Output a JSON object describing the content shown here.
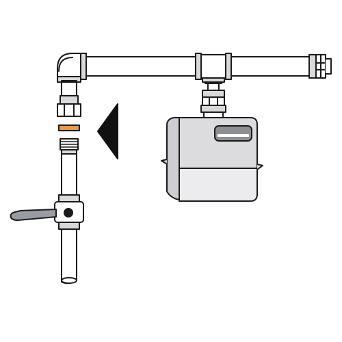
{
  "diagram": {
    "kind": "gas-meter-installation",
    "colors": {
      "background": "#ffffff",
      "outline": "#1a1a1a",
      "pipe_fill": "#ffffff",
      "fitting_shade": "#d9d9dc",
      "meter_top": "#dcdcdf",
      "meter_bottom": "#ececee",
      "meter_side": "#cfcfd3",
      "window": "#8e8f95",
      "valve_handle": "#9a9ca3",
      "gasket": "#e39a4f",
      "arrow": "#111111"
    },
    "parts": [
      {
        "id": "vertical-supply-pipe",
        "icon": "pipe"
      },
      {
        "id": "elbow-fitting",
        "icon": "elbow"
      },
      {
        "id": "horizontal-pipe",
        "icon": "pipe"
      },
      {
        "id": "tee-fitting",
        "icon": "tee"
      },
      {
        "id": "end-union-fitting",
        "icon": "union"
      },
      {
        "id": "meter-connector",
        "icon": "union-nut"
      },
      {
        "id": "union-nut",
        "icon": "union-nut"
      },
      {
        "id": "sealing-gasket",
        "icon": "gasket"
      },
      {
        "id": "threaded-stub",
        "icon": "thread"
      },
      {
        "id": "ball-valve",
        "icon": "valve"
      },
      {
        "id": "gas-meter",
        "icon": "meter"
      },
      {
        "id": "insert-direction-arrow",
        "icon": "arrow-left"
      }
    ]
  }
}
